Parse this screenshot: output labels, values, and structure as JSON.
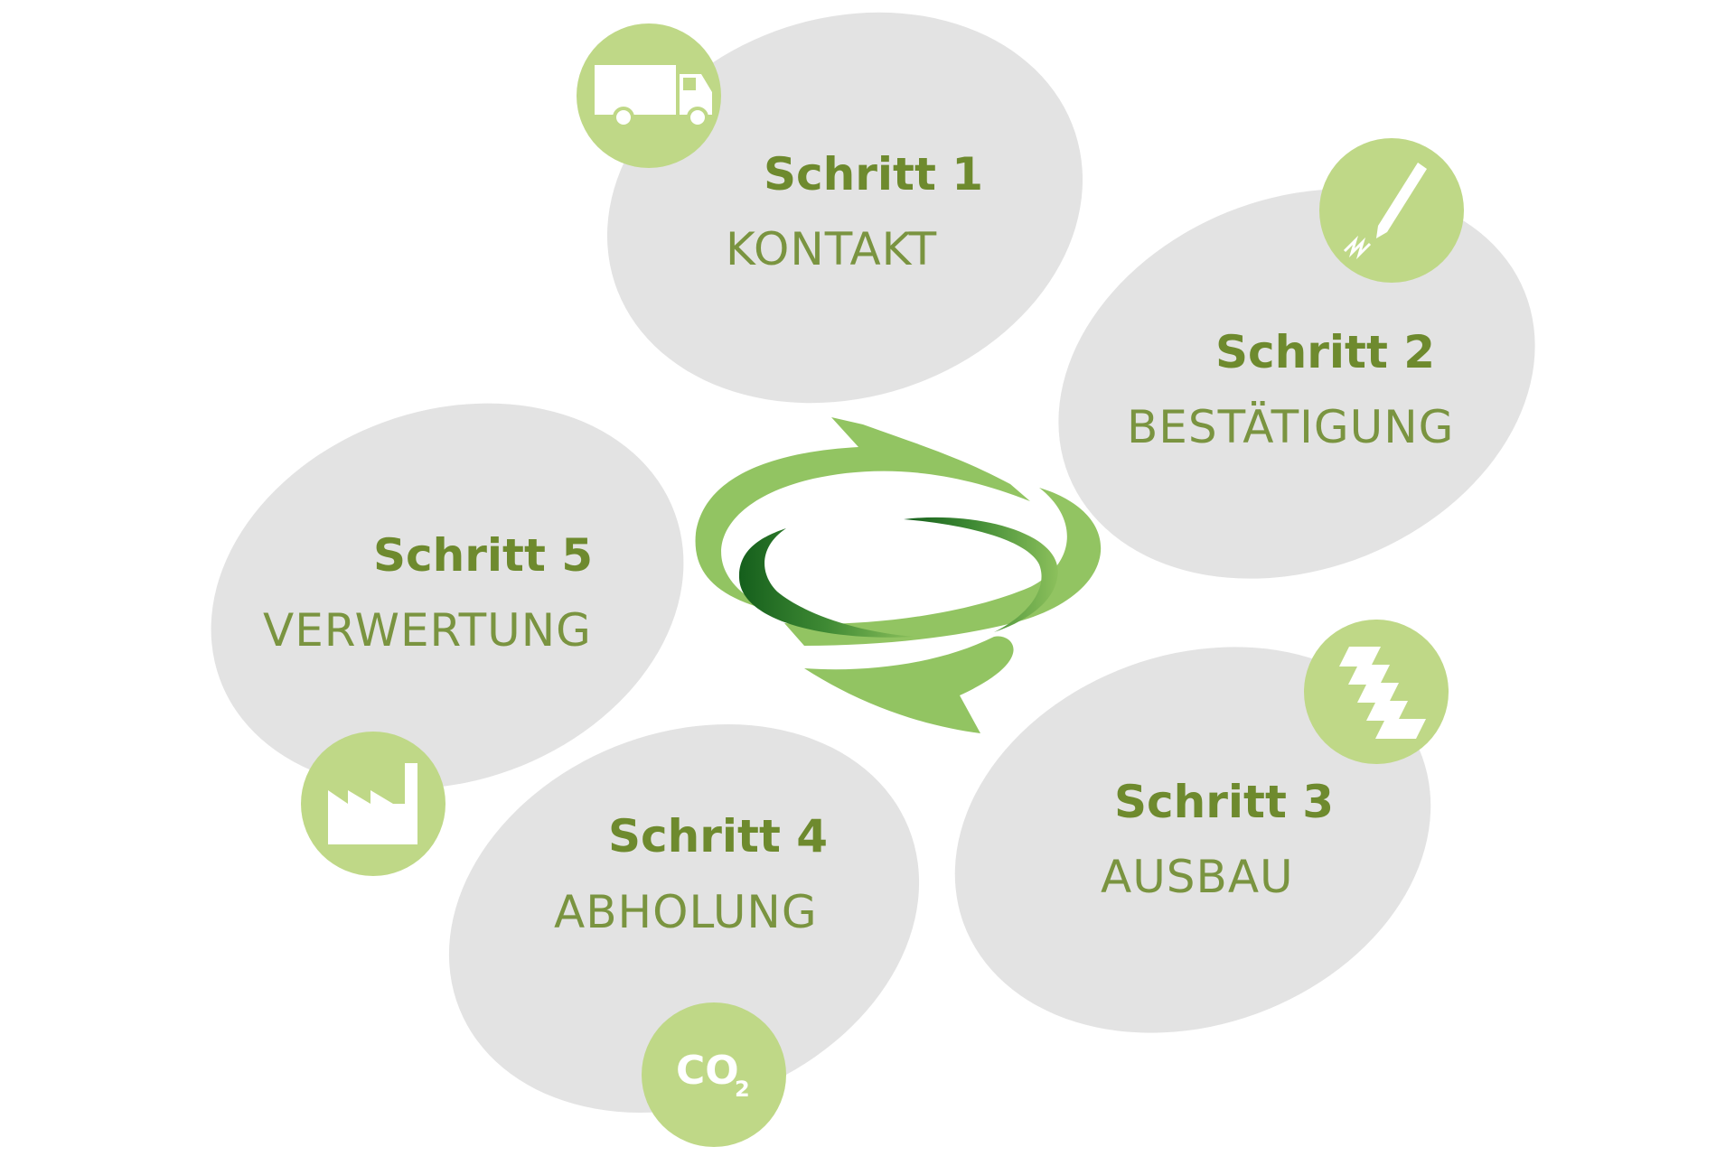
{
  "steps": [
    {
      "title": "Schritt 1",
      "label": "KONTAKT",
      "icon": "truck-icon"
    },
    {
      "title": "Schritt 2",
      "label": "BESTÄTIGUNG",
      "icon": "pen-signature-icon"
    },
    {
      "title": "Schritt 3",
      "label": "AUSBAU",
      "icon": "stacked-panels-icon"
    },
    {
      "title": "Schritt 4",
      "label": "ABHOLUNG",
      "icon": "co2-icon"
    },
    {
      "title": "Schritt 5",
      "label": "VERWERTUNG",
      "icon": "factory-icon"
    }
  ],
  "co2_icon": {
    "main": "CO",
    "sub": "2"
  },
  "center_icon": "recycle-cycle-arrows-icon",
  "colors": {
    "bubble": "#e3e3e3",
    "badge": "#bfd887",
    "title_text": "#6e8a2e",
    "label_text": "#7a9440",
    "arrow_light": "#92c462",
    "arrow_dark": "#1b6a22"
  }
}
